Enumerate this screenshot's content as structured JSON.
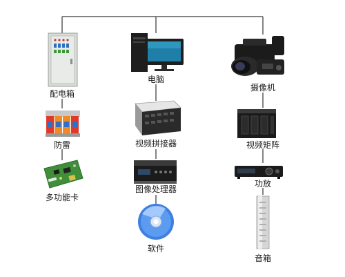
{
  "diagram": {
    "columns": [
      {
        "items": [
          {
            "label": "配电箱",
            "icon": "distribution-cabinet-icon"
          },
          {
            "label": "防雷",
            "icon": "surge-protector-icon"
          },
          {
            "label": "多功能卡",
            "icon": "multifunction-card-icon"
          }
        ]
      },
      {
        "items": [
          {
            "label": "电脑",
            "icon": "computer-icon"
          },
          {
            "label": "视频拼接器",
            "icon": "video-splicer-icon"
          },
          {
            "label": "图像处理器",
            "icon": "image-processor-icon"
          },
          {
            "label": "软件",
            "icon": "software-disc-icon"
          }
        ]
      },
      {
        "items": [
          {
            "label": "摄像机",
            "icon": "camcorder-icon"
          },
          {
            "label": "视频矩阵",
            "icon": "video-matrix-icon"
          },
          {
            "label": "功放",
            "icon": "amplifier-icon"
          },
          {
            "label": "音箱",
            "icon": "column-speaker-icon"
          }
        ]
      }
    ],
    "colors": {
      "line": "#5a5a5a",
      "cabinet": "#d9dcd9",
      "surge_red": "#e0392b",
      "surge_orange": "#f08a24",
      "pcb_green": "#3f8f3a",
      "monitor_screen": "#1f7fa8",
      "disc_blue": "#3f7fe0",
      "device_dark": "#1b1b1b"
    }
  }
}
